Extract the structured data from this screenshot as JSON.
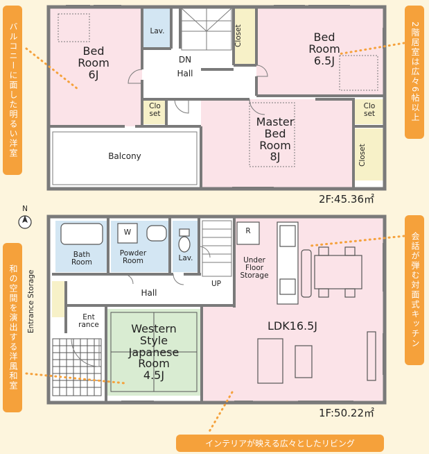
{
  "floor2": {
    "area": "2F:45.36㎡",
    "bed_left": [
      "Bed",
      "Room",
      "6J"
    ],
    "lav": "Lav.",
    "dn": "DN",
    "hall": "Hall",
    "closet_top": "Closet",
    "bed_right": [
      "Bed",
      "Room",
      "6.5J"
    ],
    "closet_mid": [
      "Clo",
      "set"
    ],
    "closet_right_small": [
      "Clo",
      "set"
    ],
    "closet_right_tall": "Closet",
    "master": [
      "Master",
      "Bed",
      "Room",
      "8J"
    ],
    "balcony": "Balcony"
  },
  "floor1": {
    "area": "1F:50.22㎡",
    "bath": [
      "Bath",
      "Room"
    ],
    "wc_mark": "W",
    "powder": [
      "Powder",
      "Room"
    ],
    "lav": "Lav.",
    "up": "UP",
    "hall": "Hall",
    "entrance_storage": "Entrance Storage",
    "entrance": [
      "Ent",
      "rance"
    ],
    "japanese": [
      "Western",
      "Style",
      "Japanese",
      "Room",
      "4.5J"
    ],
    "fridge_mark": "R",
    "under_floor": [
      "Under",
      "Floor",
      "Storage"
    ],
    "ldk": "LDK16.5J"
  },
  "callouts": {
    "left_top": "バルコニーに面した明るい洋室",
    "right_top": "2階居室は広々6帖以上",
    "left_bottom": "和の空間を演出する洋風和室",
    "right_bottom": "会話が弾む対面式キッチン",
    "bottom": "インテリアが映える広々としたリビング"
  },
  "compass": "N",
  "colors": {
    "background": "#fdf5dd",
    "wall": "#7a7a7a",
    "bedroom": "#fbe3e8",
    "wet": "#d3e6f3",
    "tatami": "#d9ecd2",
    "closet": "#f7f1c8",
    "callout": "#f5a13b"
  }
}
